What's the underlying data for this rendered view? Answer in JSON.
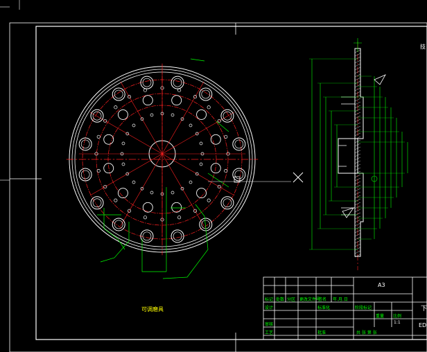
{
  "app": {
    "background_color": "#000000",
    "line_colors": {
      "frame": "#ffffff",
      "centerline": "#ff2020",
      "dimension": "#00ff00",
      "text": "#ffff00",
      "view_lines": "#ffffff"
    }
  },
  "drawing": {
    "part_label": "可调磨具",
    "sheet_size": "A3",
    "corner_mark": "技",
    "title_block": {
      "headers": [
        "标记",
        "处数",
        "分区",
        "更改文件号",
        "签名",
        "年.月.日"
      ],
      "row_labels": [
        "设计",
        "审核",
        "工艺",
        "批准"
      ],
      "middle_cells": [
        "标准化",
        "阶段标记",
        "重量",
        "比例",
        "共 张 第 张"
      ],
      "scale": "1:1",
      "right_edge_text": "下",
      "right_edge_code": "ED"
    }
  },
  "icons": {
    "cursor": "crosshair-cursor-icon",
    "pick": "pickbox-icon"
  }
}
